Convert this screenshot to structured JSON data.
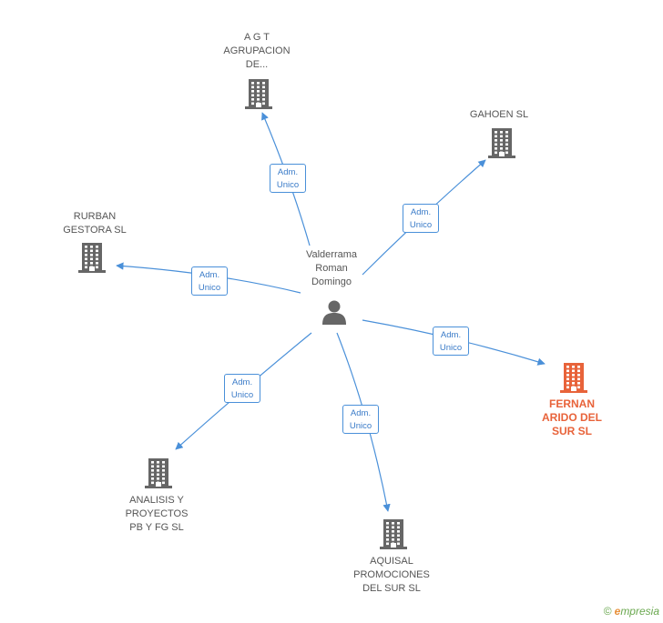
{
  "center": {
    "name": "Valderrama\nRoman\nDomingo",
    "icon": "person-icon"
  },
  "nodes": [
    {
      "id": "agt",
      "name": "A G T\nAGRUPACION\nDE...",
      "icon": "building-icon",
      "color": "#666666",
      "focus": false
    },
    {
      "id": "gahoen",
      "name": "GAHOEN SL",
      "icon": "building-icon",
      "color": "#666666",
      "focus": false
    },
    {
      "id": "rurban",
      "name": "RURBAN\nGESTORA SL",
      "icon": "building-icon",
      "color": "#666666",
      "focus": false
    },
    {
      "id": "fernan",
      "name": "FERNAN\nARIDO DEL\nSUR SL",
      "icon": "building-icon",
      "color": "#e8633a",
      "focus": true
    },
    {
      "id": "analisis",
      "name": "ANALISIS Y\nPROYECTOS\nPB Y FG SL",
      "icon": "building-icon",
      "color": "#666666",
      "focus": false
    },
    {
      "id": "aquisal",
      "name": "AQUISAL\nPROMOCIONES\nDEL SUR SL",
      "icon": "building-icon",
      "color": "#666666",
      "focus": false
    }
  ],
  "edges": [
    {
      "to": "agt",
      "label": "Adm.\nUnico"
    },
    {
      "to": "gahoen",
      "label": "Adm.\nUnico"
    },
    {
      "to": "rurban",
      "label": "Adm.\nUnico"
    },
    {
      "to": "fernan",
      "label": "Adm.\nUnico"
    },
    {
      "to": "analisis",
      "label": "Adm.\nUnico"
    },
    {
      "to": "aquisal",
      "label": "Adm.\nUnico"
    }
  ],
  "colors": {
    "edge": "#4a90d9",
    "building": "#666666",
    "focus": "#e8633a",
    "person": "#666666"
  },
  "footer": {
    "copyright": "©",
    "brand_first": "e",
    "brand_rest": "mpresia"
  }
}
